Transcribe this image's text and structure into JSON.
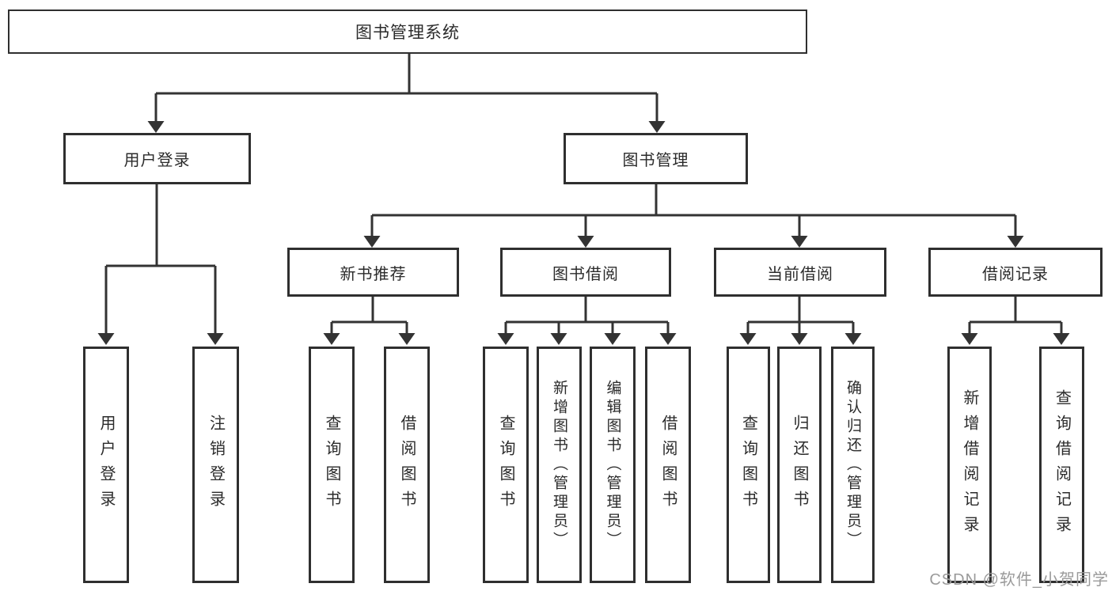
{
  "diagram": {
    "root": {
      "label": "图书管理系统"
    },
    "branches": [
      {
        "label": "用户登录",
        "children": [
          {
            "label": "用户登录"
          },
          {
            "label": "注销登录"
          }
        ]
      },
      {
        "label": "图书管理",
        "children": [
          {
            "label": "新书推荐",
            "children": [
              {
                "label": "查询图书"
              },
              {
                "label": "借阅图书"
              }
            ]
          },
          {
            "label": "图书借阅",
            "children": [
              {
                "label": "查询图书"
              },
              {
                "label": "新增图书（管理员）"
              },
              {
                "label": "编辑图书（管理员）"
              },
              {
                "label": "借阅图书"
              }
            ]
          },
          {
            "label": "当前借阅",
            "children": [
              {
                "label": "查询图书"
              },
              {
                "label": "归还图书"
              },
              {
                "label": "确认归还（管理员）"
              }
            ]
          },
          {
            "label": "借阅记录",
            "children": [
              {
                "label": "新增借阅记录"
              },
              {
                "label": "查询借阅记录"
              }
            ]
          }
        ]
      }
    ]
  },
  "watermark": {
    "text": "CSDN @软件_小贺同学"
  },
  "colors": {
    "line": "#333333",
    "text": "#2b2b2b",
    "box_background": "#ffffff",
    "watermark_text": "#9a9a9a"
  }
}
